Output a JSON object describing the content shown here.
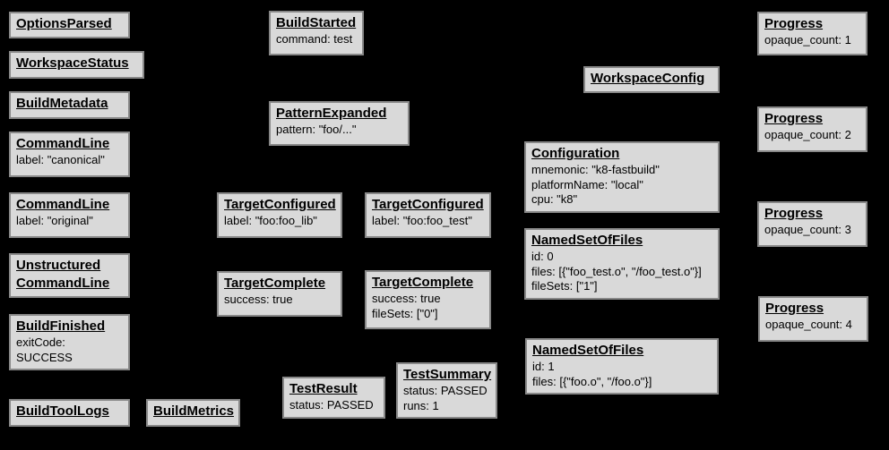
{
  "colors": {
    "background": "#000000",
    "node_fill": "#d9d9d9",
    "node_border": "#888888",
    "node_text": "#000000"
  },
  "nodes": [
    {
      "title": "OptionsParsed",
      "body": ""
    },
    {
      "title": "WorkspaceStatus",
      "body": ""
    },
    {
      "title": "BuildMetadata",
      "body": ""
    },
    {
      "title": "CommandLine",
      "body": "label: \"canonical\""
    },
    {
      "title": "CommandLine",
      "body": "label: \"original\""
    },
    {
      "title": "Unstructured\nCommandLine",
      "body": ""
    },
    {
      "title": "BuildFinished",
      "body": "exitCode: SUCCESS"
    },
    {
      "title": "BuildToolLogs",
      "body": ""
    },
    {
      "title": "BuildMetrics",
      "body": ""
    },
    {
      "title": "BuildStarted",
      "body": "command: test"
    },
    {
      "title": "PatternExpanded",
      "body": "pattern: \"foo/...\""
    },
    {
      "title": "TargetConfigured",
      "body": "label: \"foo:foo_lib\""
    },
    {
      "title": "TargetConfigured",
      "body": "label: \"foo:foo_test\""
    },
    {
      "title": "TargetComplete",
      "body": "success: true"
    },
    {
      "title": "TargetComplete",
      "body": "success: true\nfileSets: [\"0\"]"
    },
    {
      "title": "TestResult",
      "body": "status: PASSED"
    },
    {
      "title": "TestSummary",
      "body": "status: PASSED\nruns: 1"
    },
    {
      "title": "WorkspaceConfig",
      "body": ""
    },
    {
      "title": "Configuration",
      "body": "mnemonic: \"k8-fastbuild\"\nplatformName: \"local\"\ncpu: \"k8\""
    },
    {
      "title": "NamedSetOfFiles",
      "body": "id: 0\nfiles: [{\"foo_test.o\", \"/foo_test.o\"}]\nfileSets: [\"1\"]"
    },
    {
      "title": "NamedSetOfFiles",
      "body": "id: 1\nfiles: [{\"foo.o\", \"/foo.o\"}]"
    },
    {
      "title": "Progress",
      "body": "opaque_count: 1"
    },
    {
      "title": "Progress",
      "body": "opaque_count: 2"
    },
    {
      "title": "Progress",
      "body": "opaque_count: 3"
    },
    {
      "title": "Progress",
      "body": "opaque_count: 4"
    }
  ]
}
